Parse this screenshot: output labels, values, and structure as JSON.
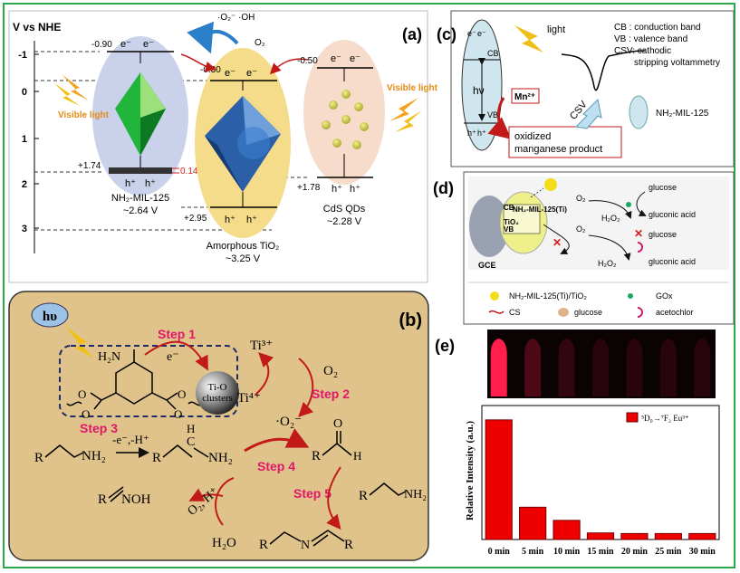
{
  "panel_a": {
    "letter": "(a)",
    "axis_label": "V vs NHE",
    "ticks": [
      "-1",
      "0",
      "1",
      "2",
      "3"
    ],
    "nh2": {
      "cb": "-0.90",
      "vb": "+1.74",
      "gap_red": "0.14",
      "name": "NH₂-MIL-125",
      "gap": "~2.64 V"
    },
    "tio2": {
      "cb": "-0.30",
      "vb": "+2.95",
      "name": "Amorphous TiO₂",
      "gap": "~3.25 V"
    },
    "cds": {
      "cb": "-0.50",
      "vb": "+1.78",
      "name": "CdS QDs",
      "gap": "~2.28 V"
    },
    "electron": "e⁻",
    "hole": "h⁺",
    "radical": "·O₂⁻ ·OH",
    "o2": "O₂",
    "visible_light_left": "Visible light",
    "visible_light_right": "Visible light"
  },
  "panel_b": {
    "letter": "(b)",
    "hv": "hυ",
    "step1": "Step 1",
    "step2": "Step 2",
    "step3": "Step 3",
    "step4": "Step 4",
    "step5": "Step 5",
    "ti3": "Ti³⁺",
    "ti4": "Ti⁴⁺",
    "o2": "O₂",
    "superoxide": "·O₂⁻",
    "cluster_line1": "Ti-O",
    "cluster_line2": "clusters",
    "h2n": "H₂N",
    "e": "e⁻",
    "minus_e_h": "-e⁻,-H⁺",
    "r": "R",
    "nh2": "NH₂",
    "h": "H",
    "c": "C",
    "o": "O",
    "n": "N",
    "noh": "NOH",
    "o2h": "O₂, H⁺",
    "h2o": "H₂O"
  },
  "panel_c": {
    "letter": "(c)",
    "light": "light",
    "legend": [
      "CB : conduction band",
      "VB : valence band",
      "CSV: cathodic",
      "stripping voltammetry"
    ],
    "cb": "CB",
    "vb": "VB",
    "hv": "hν",
    "mn": "Mn²⁺",
    "product_line1": "oxidized",
    "product_line2": "manganese product",
    "csv": "CSV",
    "mof": "NH₂-MIL-125",
    "e": "e⁻",
    "h": "h⁺"
  },
  "panel_d": {
    "letter": "(d)",
    "title": "NH₂-MIL-125(Ti)",
    "cb": "CB",
    "vb": "VB",
    "tio2": "TiO₂",
    "gce": "GCE",
    "o2": "O₂",
    "h2o2": "H₂O₂",
    "glucose": "glucose",
    "gluconic": "gluconic acid",
    "legend": [
      "NH₂-MIL-125(Ti)/TiO₂",
      "GOx",
      "CS",
      "glucose",
      "acetochlor"
    ]
  },
  "panel_e": {
    "letter": "(e)",
    "ylabel": "Relative Intensity (a.u.)",
    "legend": "⁵D₀→⁷F₂ Eu³⁺"
  },
  "colors": {
    "border": "#2aa84a",
    "bar": "#ee0000",
    "panel_b_bg": "#dfc38a",
    "accent": "#e0176b"
  },
  "chart_data": {
    "type": "bar",
    "categories": [
      "0 min",
      "5 min",
      "10 min",
      "15 min",
      "20 min",
      "25 min",
      "30 min"
    ],
    "values": [
      100,
      27,
      16,
      5.5,
      5,
      5,
      5
    ],
    "ylim": [
      0,
      112
    ],
    "ylabel": "Relative Intensity (a.u.)",
    "legend": "⁵D₀→⁷F₂ Eu³⁺"
  }
}
